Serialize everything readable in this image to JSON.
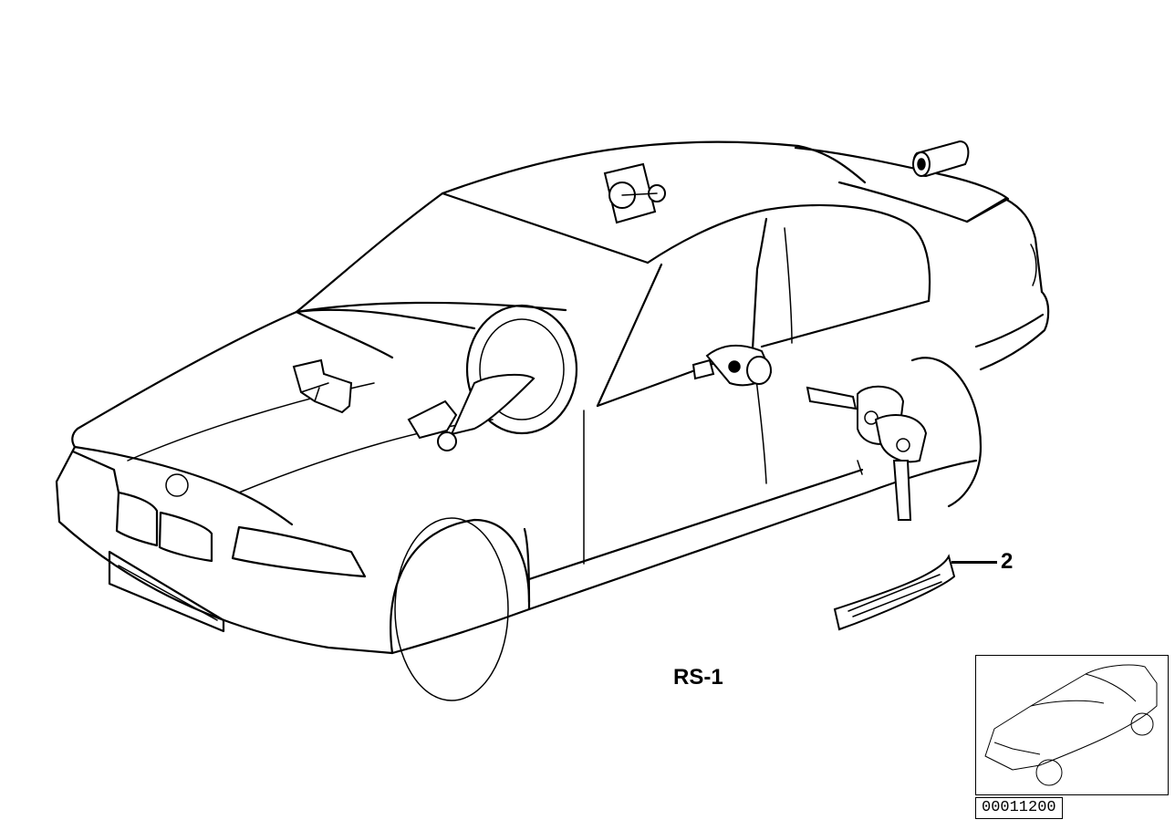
{
  "diagram": {
    "subject": "car-exploded-lock-set",
    "callouts": [
      {
        "id": "part-2",
        "label": "2"
      }
    ],
    "group_label": "RS-1",
    "doc_id": "00011200"
  }
}
